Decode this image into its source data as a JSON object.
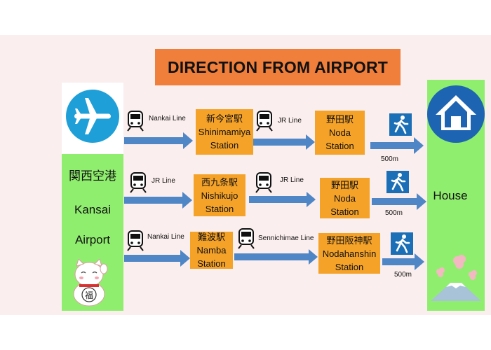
{
  "title": "DIRECTION FROM AIRPORT",
  "origin": {
    "name_jp": "関西空港",
    "name_en_line1": "Kansai",
    "name_en_line2": "Airport",
    "icon": "airplane-icon",
    "color": "#1e9fd8"
  },
  "destination": {
    "name": "House",
    "icon": "house-icon",
    "color": "#1d64b3"
  },
  "routes": [
    {
      "first_line": "Nankai Line",
      "transfer_station": {
        "jp": "新今宮駅",
        "en1": "Shinimamiya",
        "en2": "Station"
      },
      "second_line": "JR Line",
      "final_station": {
        "jp": "野田駅",
        "en1": "Noda",
        "en2": "Station"
      },
      "walk_distance": "500m"
    },
    {
      "first_line": "JR Line",
      "transfer_station": {
        "jp": "西九条駅",
        "en1": "Nishikujo",
        "en2": "Station"
      },
      "second_line": "JR Line",
      "final_station": {
        "jp": "野田駅",
        "en1": "Noda",
        "en2": "Station"
      },
      "walk_distance": "500m"
    },
    {
      "first_line": "Nankai Line",
      "transfer_station": {
        "jp": "難波駅",
        "en1": "Namba",
        "en2": "Station"
      },
      "second_line": "Sennichimae Line",
      "final_station": {
        "jp": "野田阪神駅",
        "en1": "Nodahanshin",
        "en2": "Station"
      },
      "walk_distance": "500m"
    }
  ],
  "colors": {
    "background": "#fbeeee",
    "title_box": "#f07f3c",
    "station_box": "#f5a229",
    "side_panel": "#90ee6f",
    "arrow": "#4f86c6",
    "walk_icon": "#1b6fb6"
  }
}
